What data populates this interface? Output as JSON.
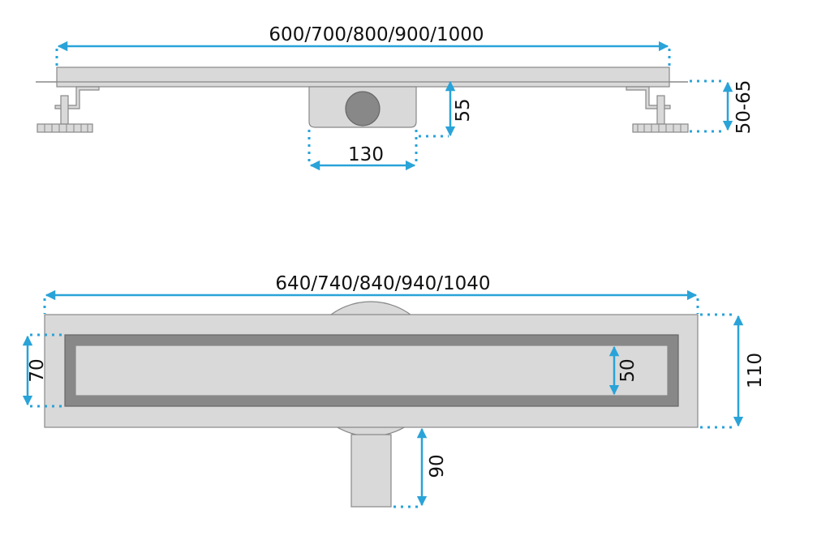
{
  "side_view": {
    "length_label": "600/700/800/900/1000",
    "drain_height_label": "55",
    "drain_width_label": "130",
    "adjust_height_label": "50-65"
  },
  "top_view": {
    "length_label": "640/740/840/940/1040",
    "grate_width_label": "70",
    "inner_width_label": "50",
    "total_width_label": "110",
    "outlet_depth_label": "90"
  },
  "colors": {
    "dimension": "#29a3d8",
    "part": "#d9d9d9",
    "frame": "#888888"
  }
}
